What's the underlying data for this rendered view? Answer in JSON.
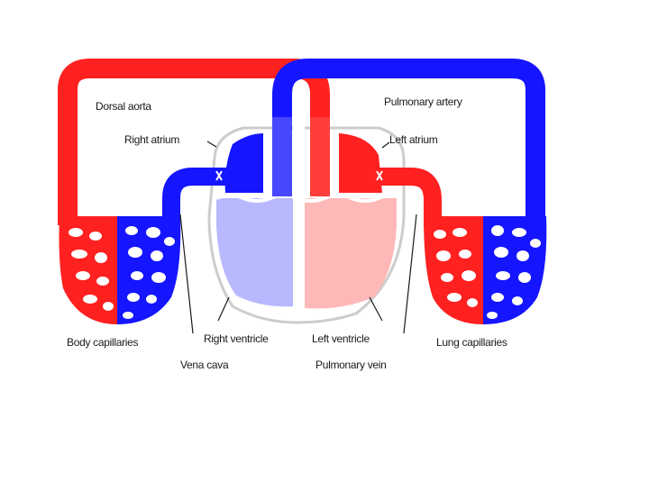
{
  "labels": {
    "dorsal_aorta": "Dorsal aorta",
    "pulmonary_artery": "Pulmonary artery",
    "right_atrium": "Right atrium",
    "left_atrium": "Left atrium",
    "body_capillaries": "Body capillaries",
    "right_ventricle": "Right ventricle",
    "left_ventricle": "Left ventricle",
    "lung_capillaries": "Lung capillaries",
    "vena_cava": "Vena cava",
    "pulmonary_vein": "Pulmonary vein"
  },
  "colors": {
    "oxygenated": "#ff2020",
    "deoxygenated": "#1515ff",
    "light_oxygenated": "#ffb8b8",
    "light_deoxygenated": "#b8b8ff",
    "outline": "#1a1a1a",
    "background": "#ffffff"
  }
}
